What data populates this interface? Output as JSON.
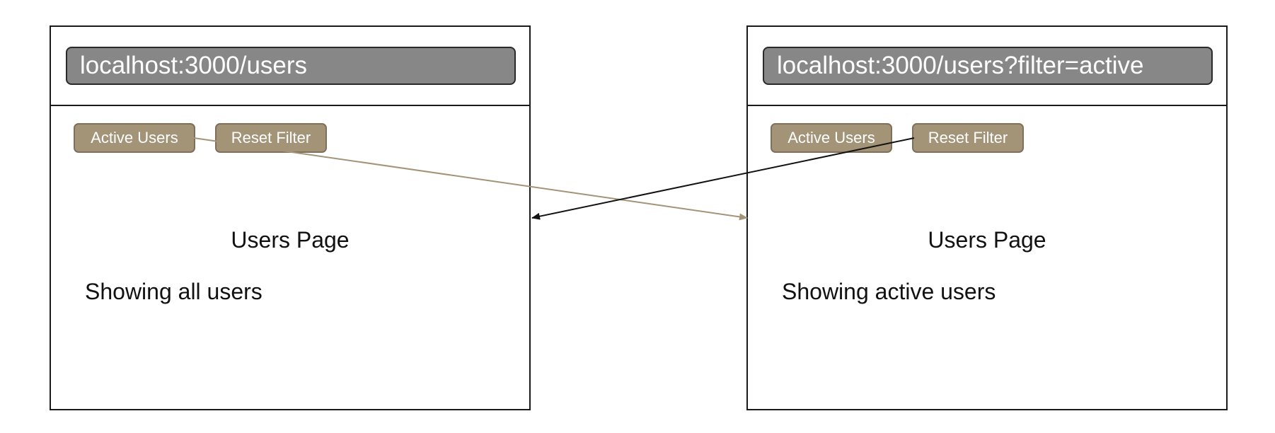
{
  "left_screen": {
    "url": "localhost:3000/users",
    "buttons": {
      "active_users": "Active Users",
      "reset_filter": "Reset Filter"
    },
    "title": "Users Page",
    "status": "Showing all users"
  },
  "right_screen": {
    "url": "localhost:3000/users?filter=active",
    "buttons": {
      "active_users": "Active Users",
      "reset_filter": "Reset Filter"
    },
    "title": "Users Page",
    "status": "Showing active users"
  },
  "colors": {
    "button_fill": "#a39478",
    "url_bar_fill": "#878787",
    "active_arrow": "#a39478",
    "reset_arrow": "#111111"
  }
}
